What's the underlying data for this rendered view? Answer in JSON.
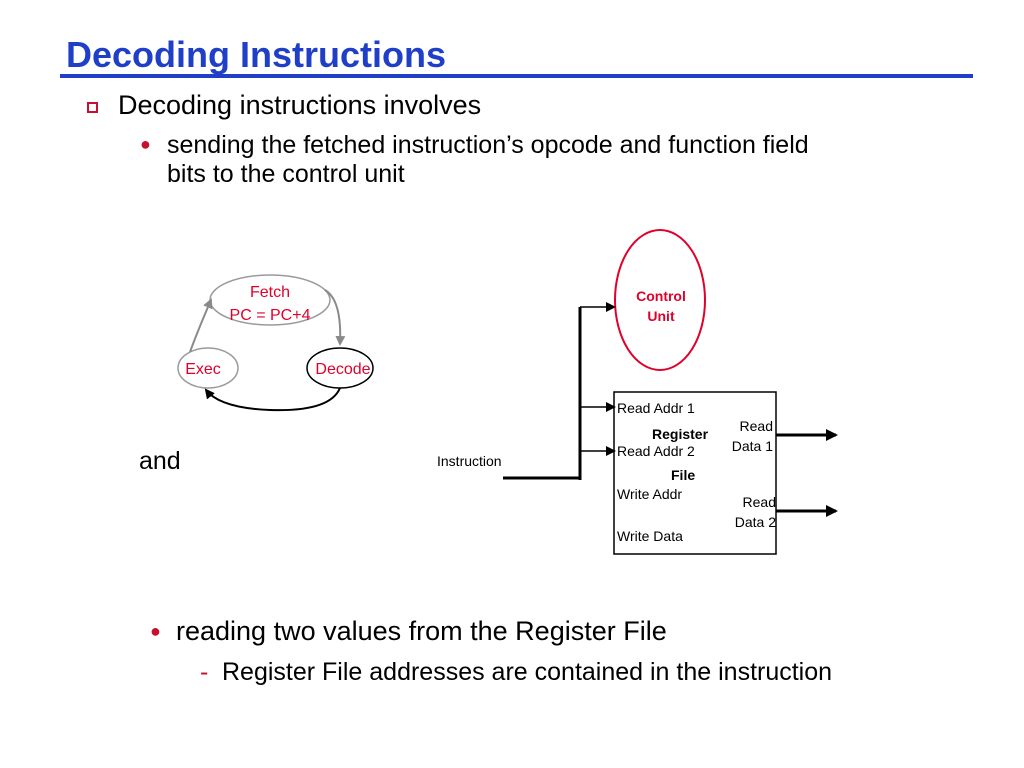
{
  "slide": {
    "title": "Decoding Instructions",
    "bullet1": "Decoding instructions involves",
    "sub1_line1": "sending the fetched instruction’s opcode and function field",
    "sub1_line2": "bits to the control unit",
    "and_label": "and",
    "sub2": "reading two values from the Register File",
    "sub2_dash": "-",
    "subsub": "Register File addresses are contained in the instruction"
  },
  "cycle_diagram": {
    "fetch": "Fetch",
    "pc_update": "PC = PC+4",
    "exec": "Exec",
    "decode": "Decode"
  },
  "datapath": {
    "control_line1": "Control",
    "control_line2": "Unit",
    "instruction": "Instruction",
    "read_addr1": "Read Addr 1",
    "register": "Register",
    "read_addr2": "Read Addr 2",
    "file": "File",
    "write_addr": "Write Addr",
    "write_data": "Write Data",
    "read_data1_line1": "Read",
    "read_data1_line2": "Data 1",
    "read_data2_line1": "Read",
    "read_data2_line2": "Data 2"
  },
  "colors": {
    "title": "#1f3fc8",
    "accent_red": "#c8102e",
    "red_text": "#e0002a"
  }
}
